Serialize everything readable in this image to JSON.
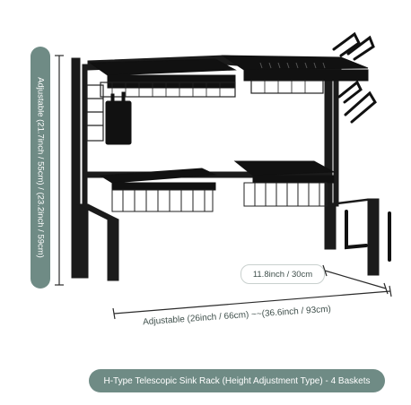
{
  "labels": {
    "height": "Adjustable (21.7inch / 55cm) / (23.2inch / 59cm)",
    "depth": "11.8inch / 30cm",
    "width": "Adjustable (26inch / 66cm) ~~(36.6inch / 93cm)",
    "caption": "H-Type Telescopic Sink Rack (Height Adjustment Type) - 4 Baskets"
  },
  "colors": {
    "badge": "#6f8b85",
    "rack": "#1b1b1b",
    "dimension_line": "#2b2b2b"
  },
  "icons": [
    "product-rack-illustration"
  ]
}
